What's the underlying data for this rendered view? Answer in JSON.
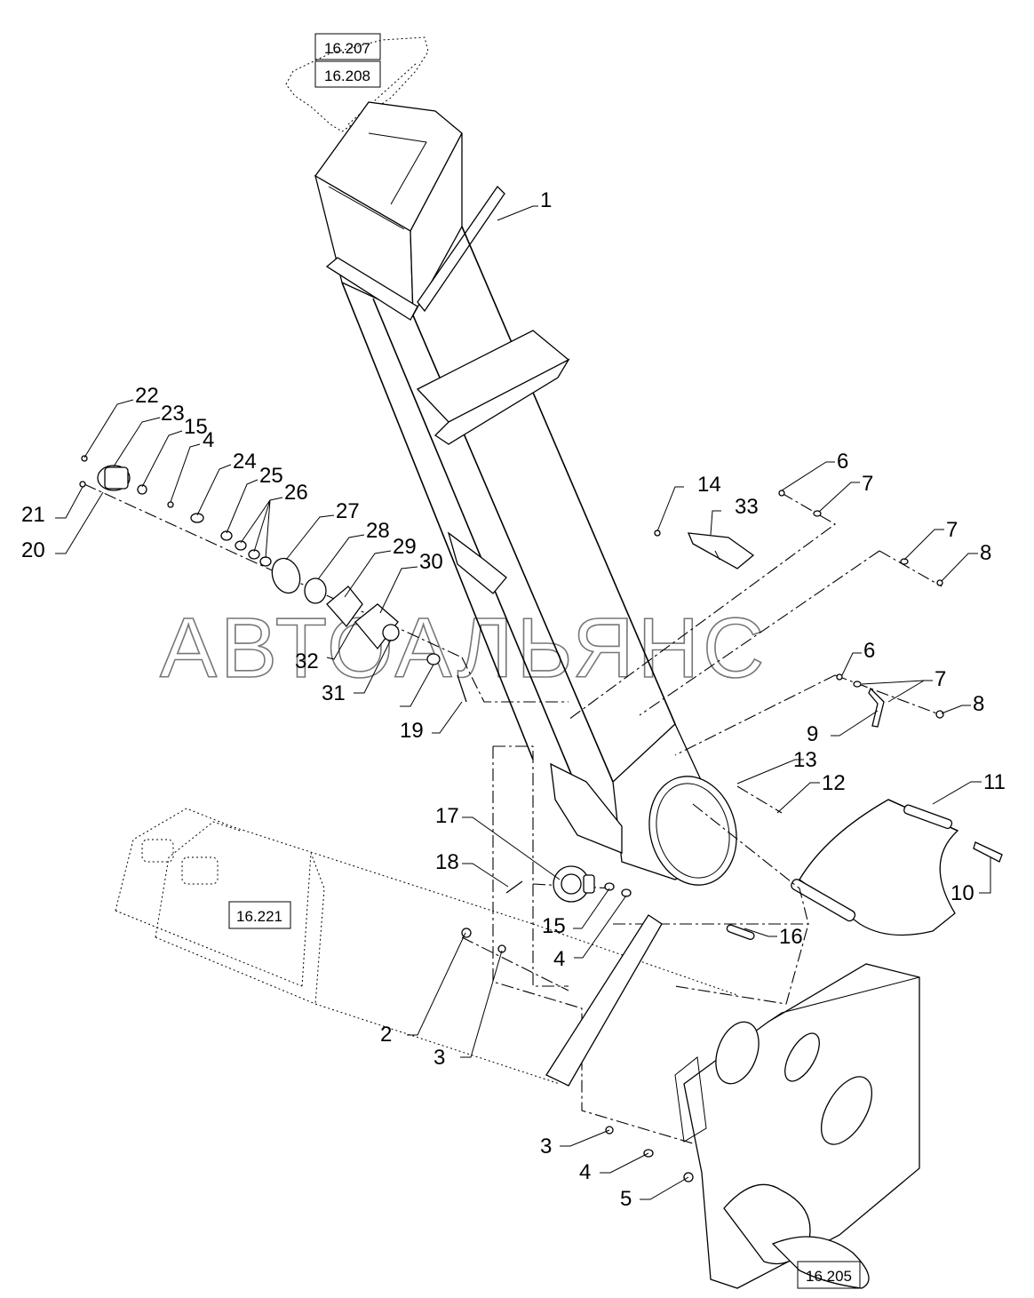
{
  "watermark": "АВТОАЛЬЯНС",
  "references": [
    "16.207",
    "16.208",
    "16.221",
    "16.205"
  ],
  "callouts": [
    "1",
    "22",
    "23",
    "15",
    "4",
    "24",
    "25",
    "26",
    "27",
    "28",
    "29",
    "30",
    "21",
    "20",
    "32",
    "31",
    "19",
    "6",
    "7",
    "14",
    "33",
    "7",
    "8",
    "6",
    "7",
    "9",
    "8",
    "13",
    "12",
    "11",
    "10",
    "17",
    "18",
    "15",
    "4",
    "16",
    "2",
    "3",
    "3",
    "4",
    "5"
  ]
}
